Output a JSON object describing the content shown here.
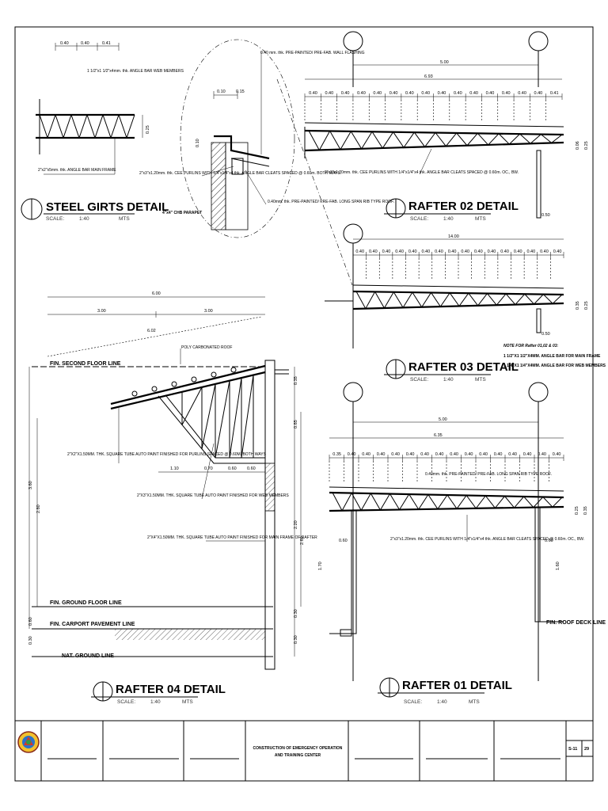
{
  "steel_girts": {
    "title": "STEEL GIRTS DETAIL",
    "scale_label": "SCALE:",
    "scale_value": "1:40",
    "units": "MTS",
    "dims": [
      "0.40",
      "0.40",
      "0.41"
    ],
    "height_dim": "0.25",
    "note_web": "1 1/2\"x1 1/2\"x4mm. thk. ANGLE BAR WEB MEMBERS",
    "note_frame": "2\"x2\"x5mm. thk. ANGLE BAR MAIN FRAME"
  },
  "parapet_detail": {
    "note_flashing": "0.40 mm. thk. PRE-PAINTED/ PRE-FAB. WALL FLASHING",
    "dim_a": "0.10",
    "dim_b": "0.15",
    "dim_c": "0.10",
    "note_purlins": "2\"x3\"x1.20mm. thk. CEE PURLINS WITH 1/4\"x1/4\"x4 thk. ANGLE BAR CLEATS SPACED @ 0.60m. BOTH WAYS.",
    "note_roof": "0.40mm. thk. PRE-PAINTED/ PRE-FAB. LONG SPAN RIB TYPE ROOF.",
    "parapet_label": "4\"x4\" CHB PARAPET"
  },
  "rafter02": {
    "title": "RAFTER 02 DETAIL",
    "scale_label": "SCALE:",
    "scale_value": "1:40",
    "units": "MTS",
    "overall": "5.00",
    "length": "6.93",
    "spacings": [
      "0.40",
      "0.40",
      "0.40",
      "0.40",
      "0.40",
      "0.40",
      "0.40",
      "0.40",
      "0.40",
      "0.40",
      "0.40",
      "0.40",
      "0.40",
      "0.40",
      "0.40",
      "0.41"
    ],
    "note": "2\"x3\"x1.20mm. thk. CEE PURLINS WITH 1/4\"x1/4\"x4 thk. ANGLE BAR CLEATS SPACED @ 0.60m. OC., BW.",
    "end_dim": "0.50",
    "side_dims": [
      "0.06",
      "0.25"
    ]
  },
  "rafter03": {
    "title": "RAFTER 03 DETAIL",
    "scale_label": "SCALE:",
    "scale_value": "1:40",
    "units": "MTS",
    "length": "14.00",
    "spacings": [
      "0.40",
      "0.40",
      "0.40",
      "0.40",
      "0.40",
      "0.40",
      "0.40",
      "0.40",
      "0.40",
      "0.40",
      "0.40",
      "0.40",
      "0.40",
      "0.40",
      "0.40",
      "0.40"
    ],
    "end_dim": "0.50",
    "side_dims": [
      "0.35",
      "0.25"
    ],
    "note_heading": "NOTE FOR Rafter 01,02 & 03:",
    "note_line1": "1 1/2\"X1 1/2\"X4MM. ANGLE BAR FOR MAIN FRAME",
    "note_line2": "1 1/4\"X1 1/4\"X4MM. ANGLE BAR FOR WEB MEMBERS"
  },
  "rafter04": {
    "title": "RAFTER 04 DETAIL",
    "scale_label": "SCALE:",
    "scale_value": "1:40",
    "units": "MTS",
    "overall": "6.00",
    "half_left": "3.00",
    "half_right": "3.00",
    "rafter_len": "6.02",
    "note_roof": "POLY CARBONATED ROOF",
    "note_purlins": "2\"X2\"X1.50MM. THK. SQUARE TUBE AUTO PAINT FINISHED FOR PURLINS SPACED @ 0.60M. BOTH WAYS",
    "note_web": "2\"X3\"X1.50MM. THK. SQUARE TUBE AUTO PAINT FINISHED FOR WEB MEMBERS",
    "note_main": "2\"X4\"X1.50MM. THK. SQUARE TUBE AUTO PAINT FINISHED FOR MAIN FRAME OF RAFTER",
    "level_second": "FIN. SECOND FLOOR LINE",
    "level_ground": "FIN. GROUND FLOOR LINE",
    "level_carport": "FIN. CARPORT PAVEMENT LINE",
    "level_natural": "NAT. GROUND LINE",
    "web_dims": [
      "1.10",
      "0.70",
      "0.60",
      "0.60"
    ],
    "left_dims": [
      "3.60",
      "2.80",
      "0.60",
      "0.30"
    ],
    "right_dims": [
      "0.35",
      "0.85",
      "2.20",
      "2.60",
      "0.30",
      "0.30"
    ]
  },
  "rafter01": {
    "title": "RAFTER 01 DETAIL",
    "scale_label": "SCALE:",
    "scale_value": "1:40",
    "units": "MTS",
    "overall": "5.00",
    "length": "6.35",
    "spacings": [
      "0.35",
      "0.40",
      "0.40",
      "0.40",
      "0.40",
      "0.40",
      "0.40",
      "0.40",
      "0.40",
      "0.40",
      "0.40",
      "0.40",
      "0.40",
      "0.40",
      "0.40",
      "0.40"
    ],
    "note_roof": "0.40mm. thk. PRE-PAINTED/ PRE-FAB. LONG SPAN RIB TYPE ROOF.",
    "note_purlins": "2\"x3\"x1.20mm. thk. CEE PURLINS WITH 1/4\"x1/4\"x4 thk. ANGLE BAR CLEATS SPACED @ 0.60m. OC., BW.",
    "left_dims": [
      "0.60",
      "1.70"
    ],
    "right_dims": [
      "0.60",
      "1.60"
    ],
    "side_dims": [
      "0.25",
      "0.35"
    ],
    "level_roof_deck": "FIN. ROOF DECK LINE"
  },
  "title_block": {
    "project_line1": "CONSTRUCTION OF EMERGENCY OPERATION",
    "project_line2": "AND TRAINING CENTER",
    "sheet_no": "S-11",
    "sheet_total": "29"
  }
}
